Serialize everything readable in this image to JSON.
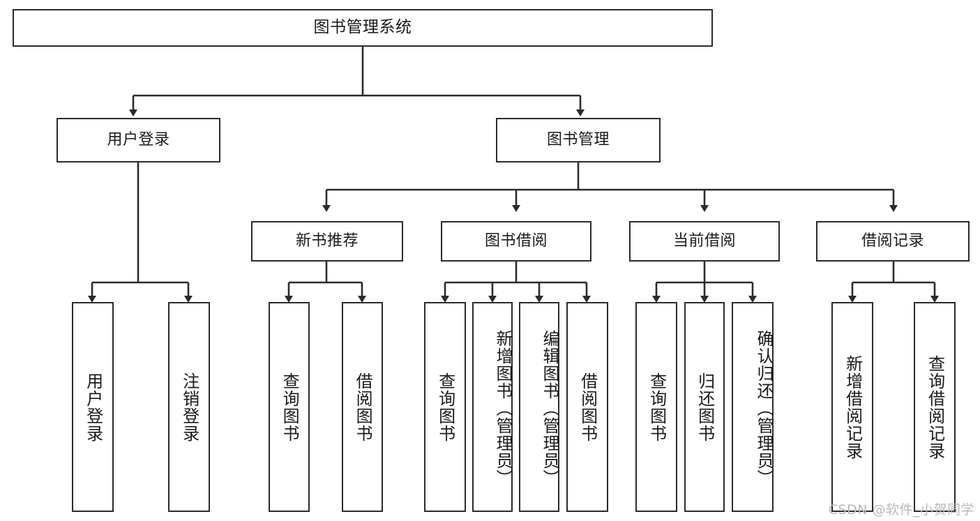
{
  "diagram": {
    "type": "tree-hierarchy",
    "title": "图书管理系统",
    "orientation": "top-down",
    "line_color": "#2b2b2b",
    "box_fill": "#ffffff",
    "text_color": "#1a1a1a"
  },
  "root": {
    "label": "图书管理系统"
  },
  "level1": [
    {
      "label": "用户登录"
    },
    {
      "label": "图书管理"
    }
  ],
  "level2": [
    {
      "label": "新书推荐"
    },
    {
      "label": "图书借阅"
    },
    {
      "label": "当前借阅"
    },
    {
      "label": "借阅记录"
    }
  ],
  "leaves": {
    "user_login": [
      {
        "label": "用户登录"
      },
      {
        "label": "注销登录"
      }
    ],
    "new_book_recommend": [
      {
        "label": "查询图书"
      },
      {
        "label": "借阅图书"
      }
    ],
    "book_borrow": [
      {
        "label": "查询图书"
      },
      {
        "label": "新增图书（管理员）"
      },
      {
        "label": "编辑图书（管理员）"
      },
      {
        "label": "借阅图书"
      }
    ],
    "current_borrow": [
      {
        "label": "查询图书"
      },
      {
        "label": "归还图书"
      },
      {
        "label": "确认归还（管理员）"
      }
    ],
    "borrow_records": [
      {
        "label": "新增借阅记录"
      },
      {
        "label": "查询借阅记录"
      }
    ]
  },
  "watermark": {
    "text": "CSDN @软件_小贺同学"
  }
}
